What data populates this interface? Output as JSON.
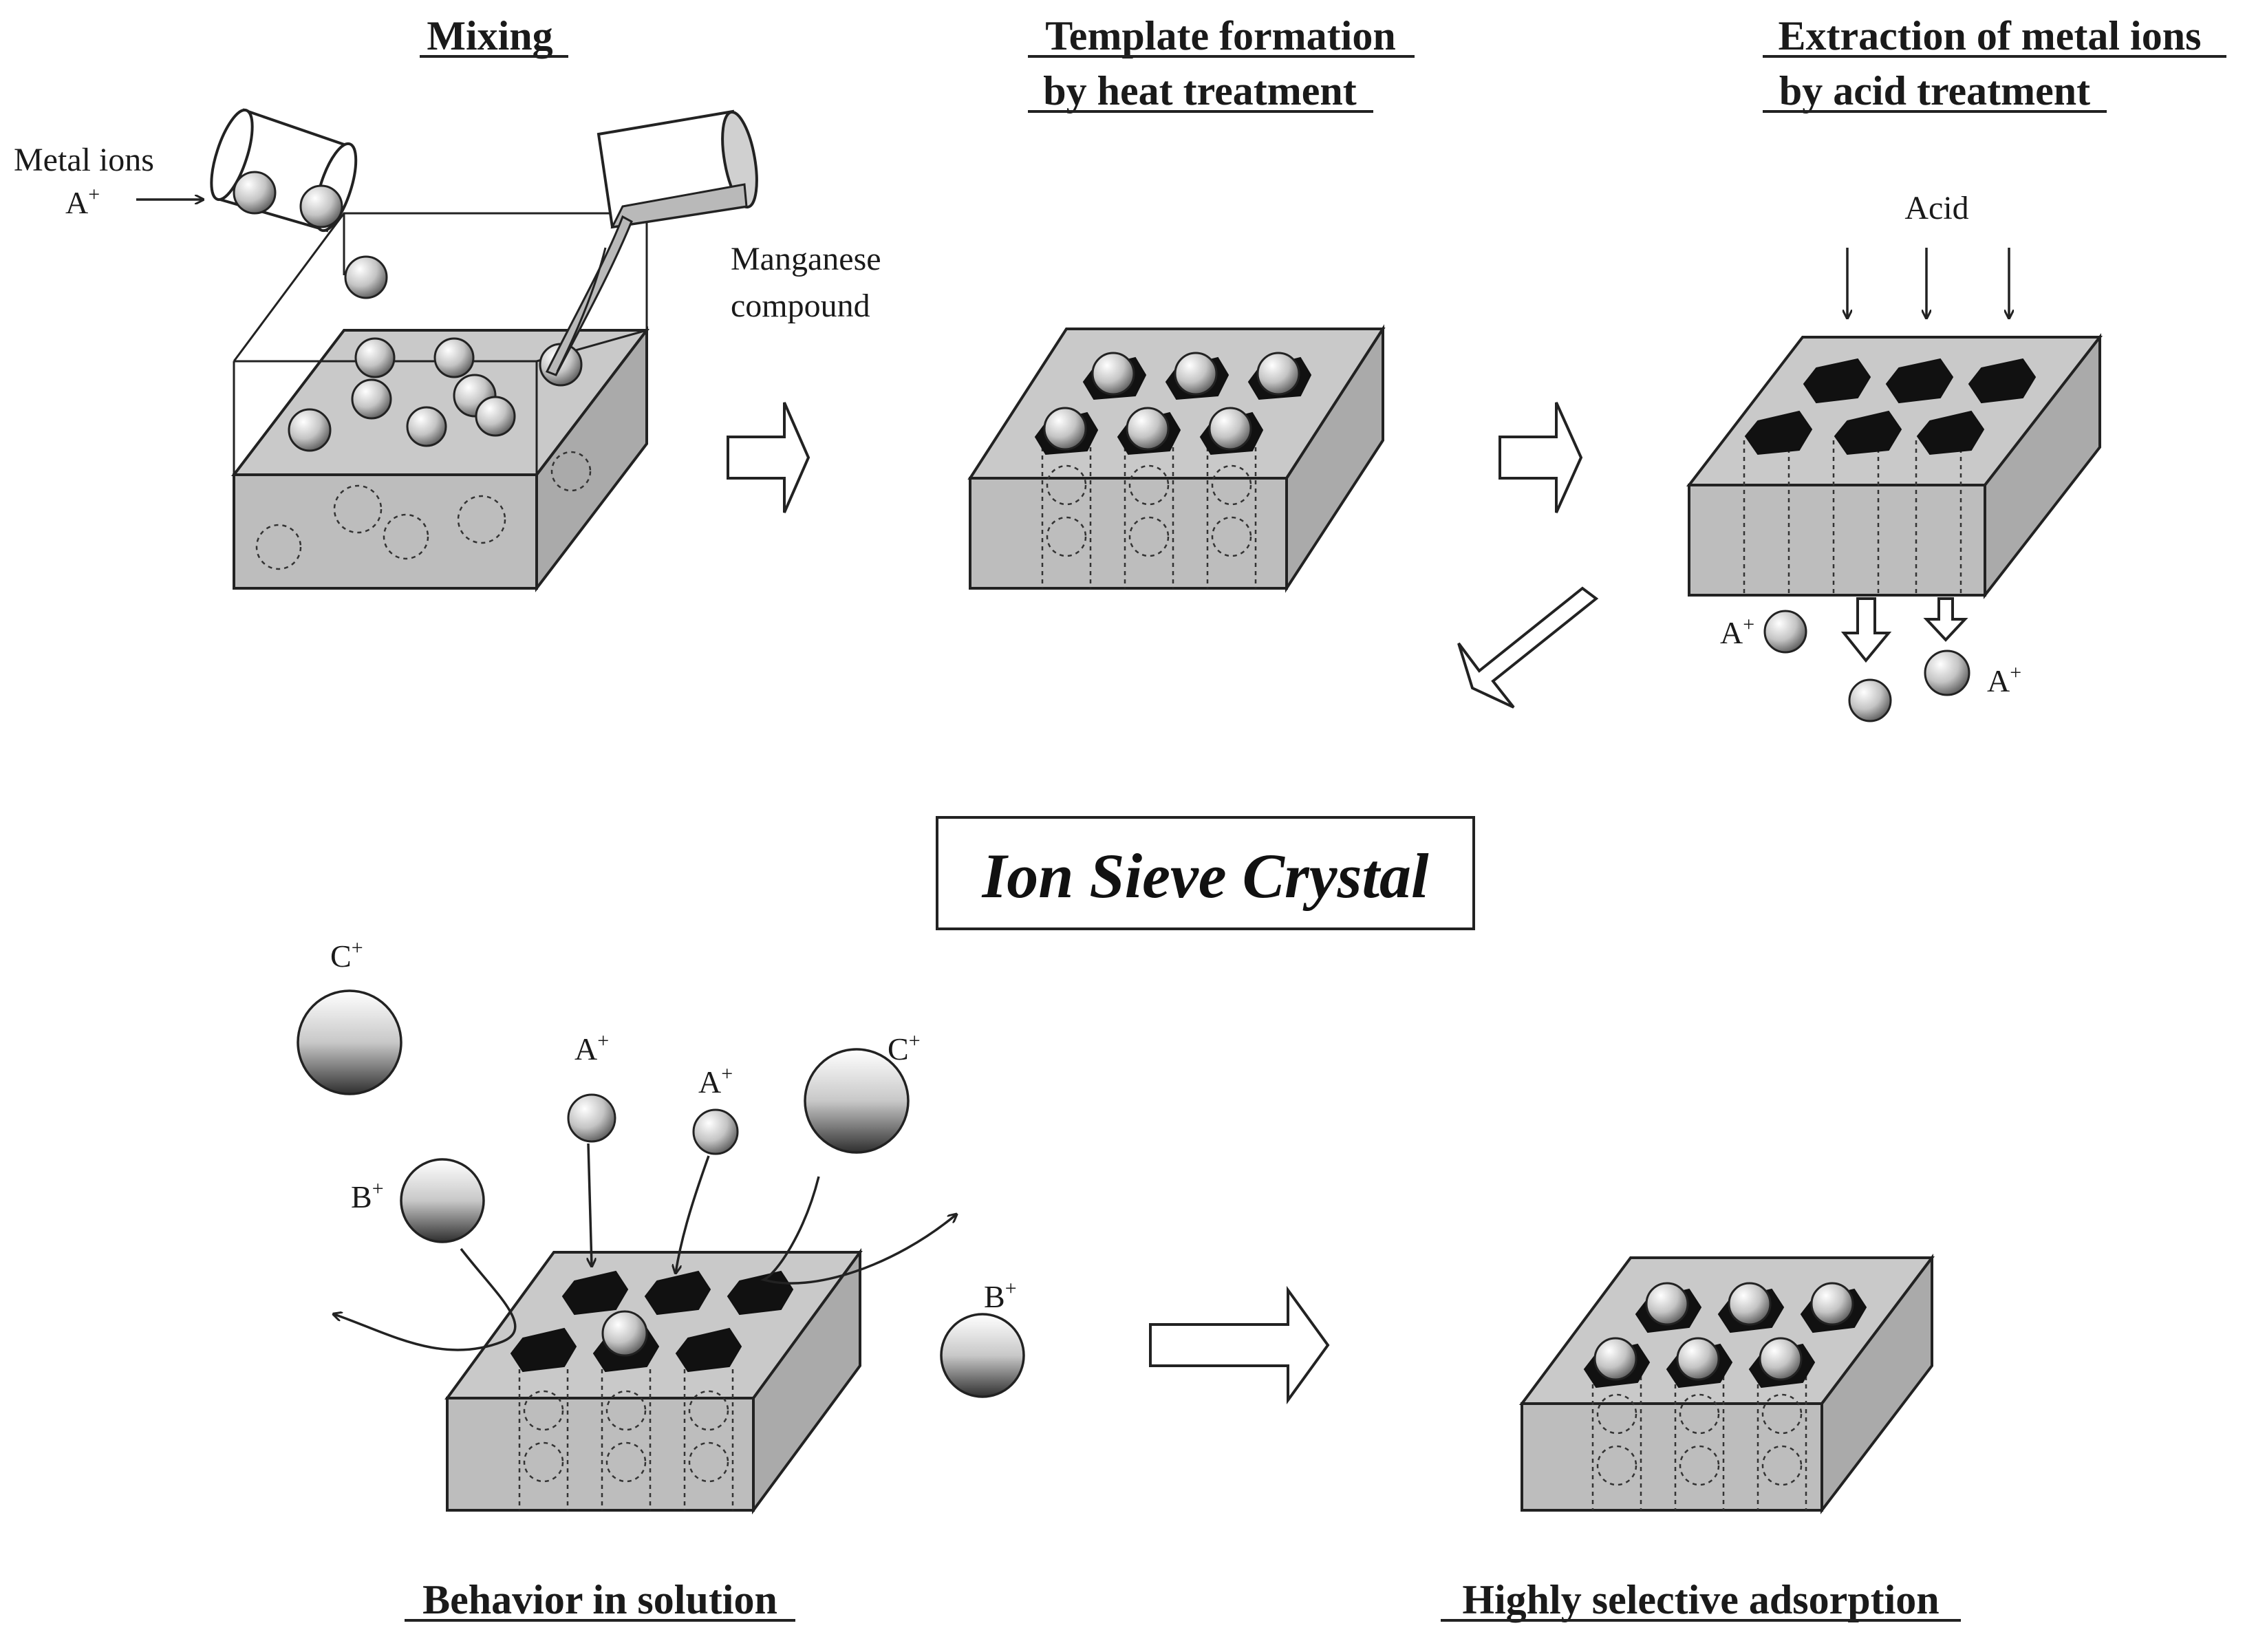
{
  "headers": {
    "mixing": "Mixing",
    "template_line1": "Template formation",
    "template_line2": "by heat treatment",
    "extraction_line1": "Extraction of metal ions",
    "extraction_line2": "by acid treatment",
    "behavior": "Behavior in solution",
    "adsorption": "Highly selective adsorption"
  },
  "labels": {
    "metal_ions": "Metal ions",
    "manganese_line1": "Manganese",
    "manganese_line2": "compound",
    "acid": "Acid"
  },
  "ions": {
    "a_base": "A",
    "b_base": "B",
    "c_base": "C",
    "charge": "+"
  },
  "title": "Ion Sieve Crystal"
}
